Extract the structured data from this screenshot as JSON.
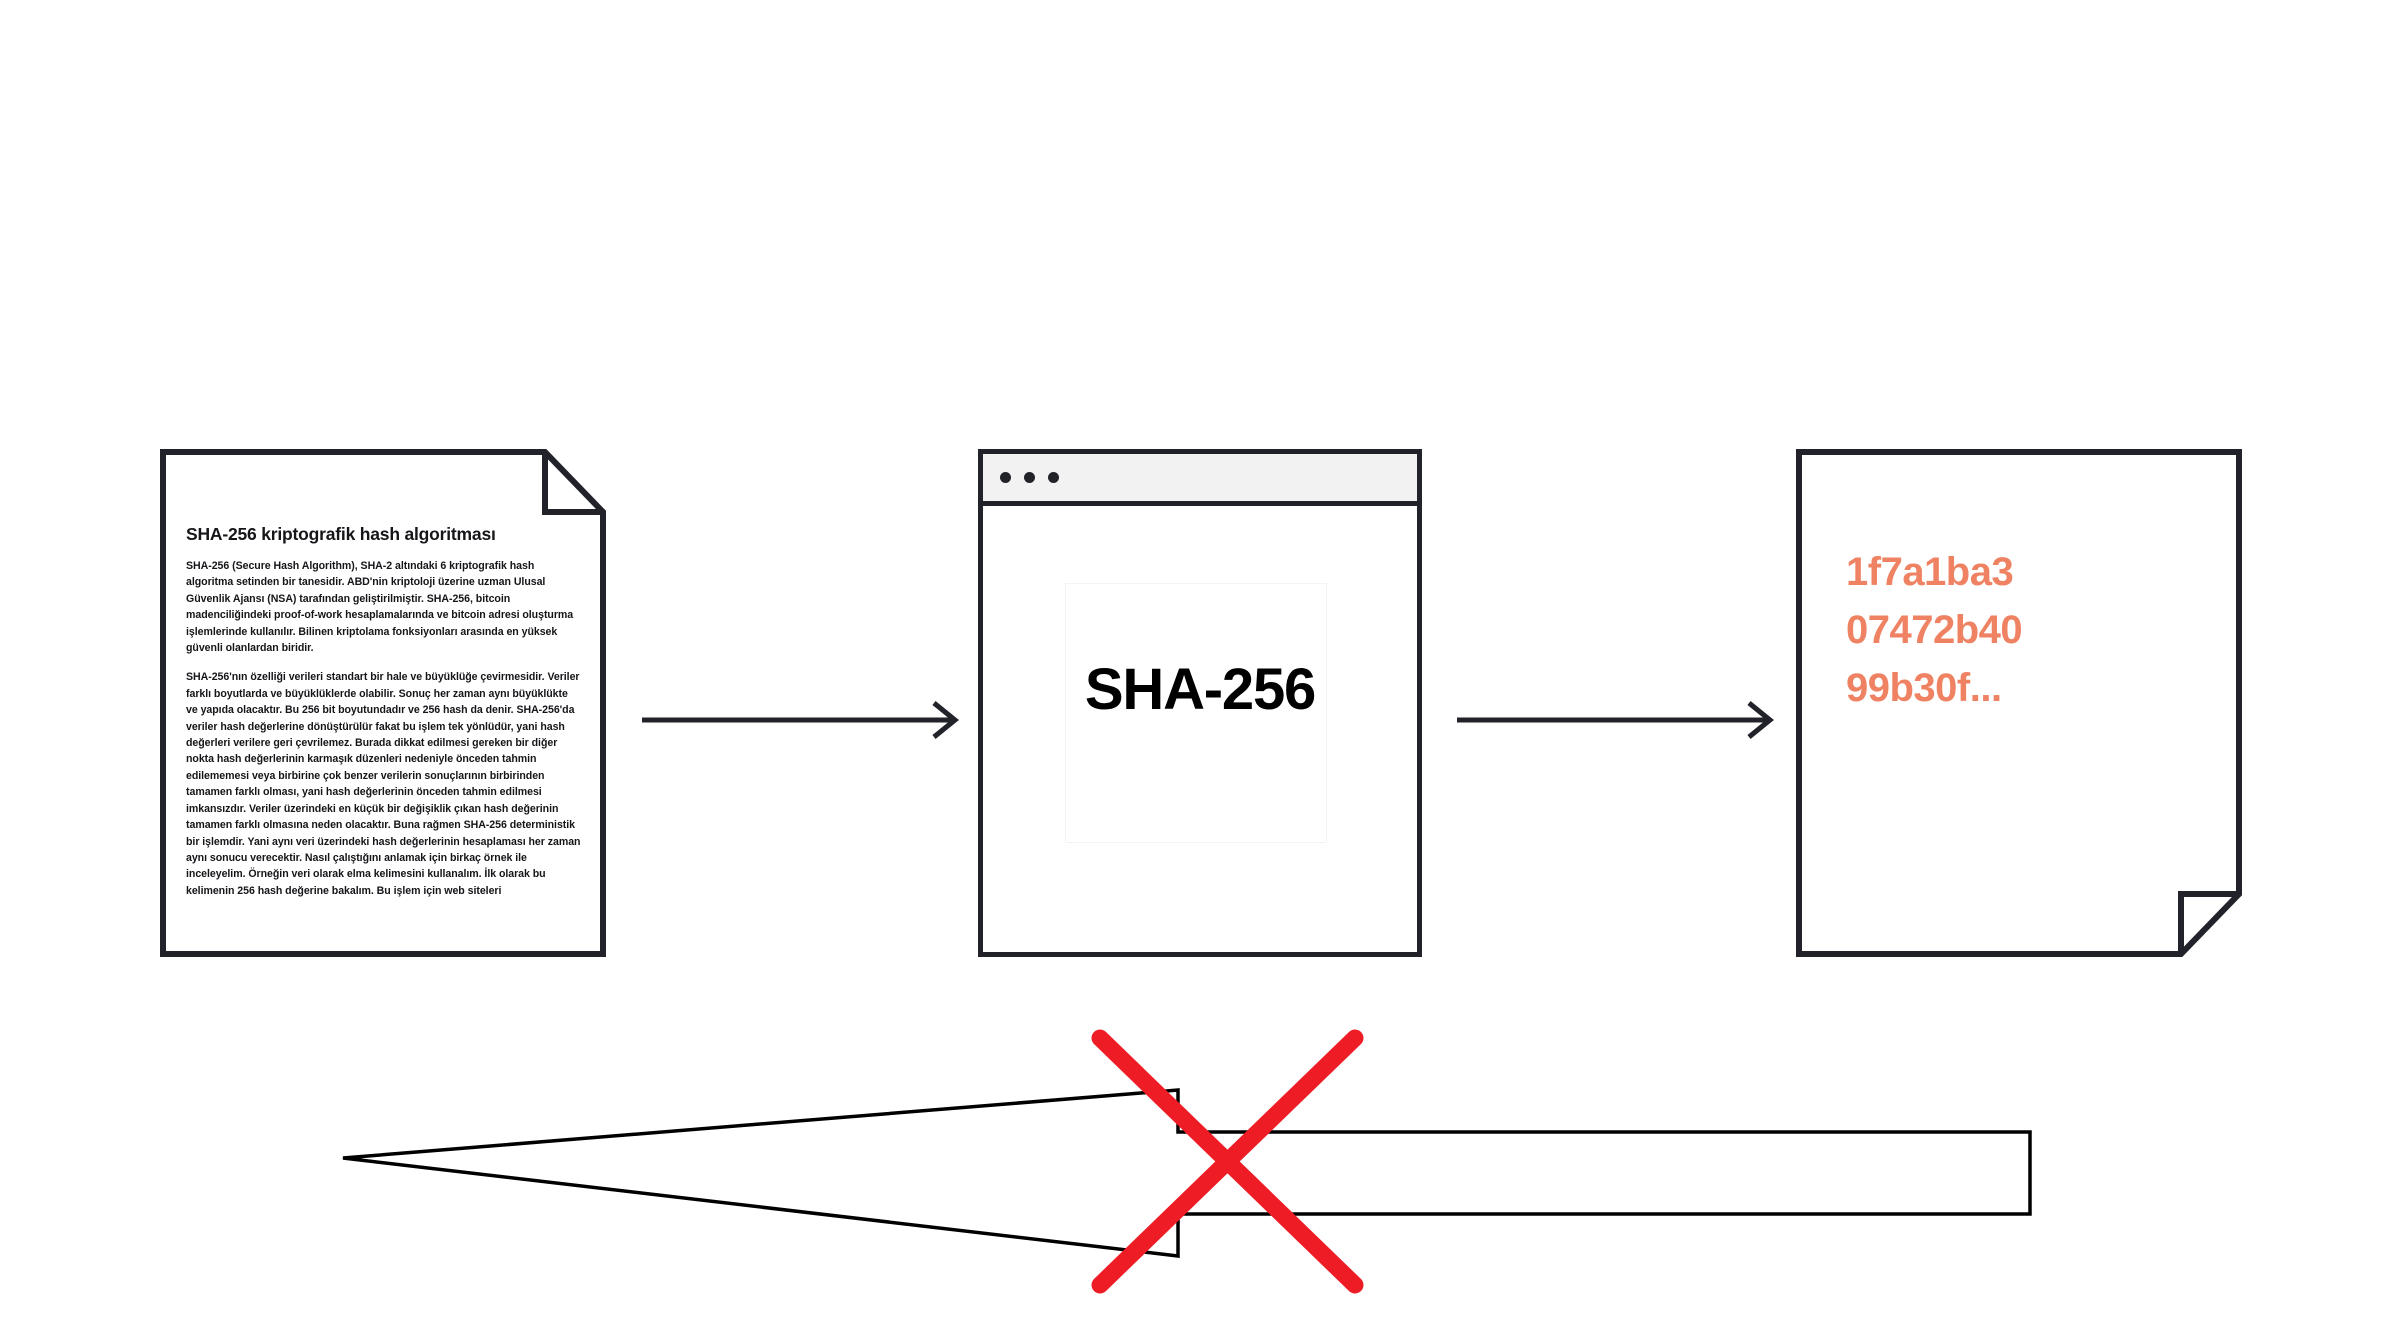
{
  "meta": {
    "accent_hash_color": "#ef8262",
    "stroke_color": "#22222a",
    "cross_color": "#ee1c25",
    "titlebar_bg": "#f2f2f2"
  },
  "input_document": {
    "name": "input-text-document",
    "title": "SHA-256 kriptografik hash algoritması",
    "paragraphs": [
      "SHA-256 (Secure Hash Algorithm), SHA-2 altındaki 6 kriptografik hash algoritma setinden bir tanesidir. ABD'nin kriptoloji üzerine uzman Ulusal Güvenlik Ajansı (NSA) tarafından geliştirilmiştir. SHA-256, bitcoin madenciliğindeki proof-of-work hesaplamalarında ve bitcoin adresi oluşturma işlemlerinde kullanılır. Bilinen kriptolama fonksiyonları arasında en yüksek güvenli olanlardan biridir.",
      "SHA-256'nın özelliği verileri standart bir hale ve büyüklüğe çevirmesidir. Veriler farklı boyutlarda ve büyüklüklerde olabilir. Sonuç her zaman aynı büyüklükte ve yapıda olacaktır. Bu 256 bit boyutundadır ve 256 hash da denir. SHA-256'da veriler hash değerlerine dönüştürülür fakat bu işlem tek yönlüdür, yani hash değerleri verilere geri çevrilemez. Burada dikkat edilmesi gereken bir diğer nokta hash değerlerinin karmaşık düzenleri nedeniyle önceden tahmin edilememesi veya birbirine çok benzer verilerin sonuçlarının birbirinden tamamen farklı olması, yani hash değerlerinin önceden tahmin edilmesi imkansızdır. Veriler üzerindeki en küçük bir değişiklik çıkan hash değerinin tamamen farklı olmasına neden olacaktır. Buna rağmen SHA-256 deterministik bir işlemdir. Yani aynı veri üzerindeki hash değerlerinin hesaplaması her zaman aynı sonucu verecektir. Nasıl çalıştığını anlamak için birkaç örnek ile inceleyelim. Örneğin veri olarak elma kelimesini kullanalım. İlk olarak bu kelimenin 256 hash değerine bakalım. Bu işlem için web siteleri"
    ]
  },
  "sha_window": {
    "name": "sha-256-processor-window",
    "dots": [
      "window-dot-1",
      "window-dot-2",
      "window-dot-3"
    ],
    "label": "SHA-256"
  },
  "output_document": {
    "name": "hash-output-document",
    "hash_lines": [
      "1f7a1ba3",
      "07472b40",
      "99b30f..."
    ],
    "hash_value": "1f7a1ba307472b4099b30f..."
  },
  "connectors": [
    {
      "name": "arrow-input-to-sha",
      "direction": "right"
    },
    {
      "name": "arrow-sha-to-output",
      "direction": "right"
    }
  ],
  "bottom_annotation": {
    "name": "crossed-out-left-arrow",
    "shape": "left-pointing-block-arrow",
    "cross_out": true
  },
  "icons": {
    "window_dot": "circle-icon",
    "arrow_head": "chevron-right-icon",
    "page_fold": "page-fold-icon",
    "cross_mark": "red-x-icon"
  }
}
